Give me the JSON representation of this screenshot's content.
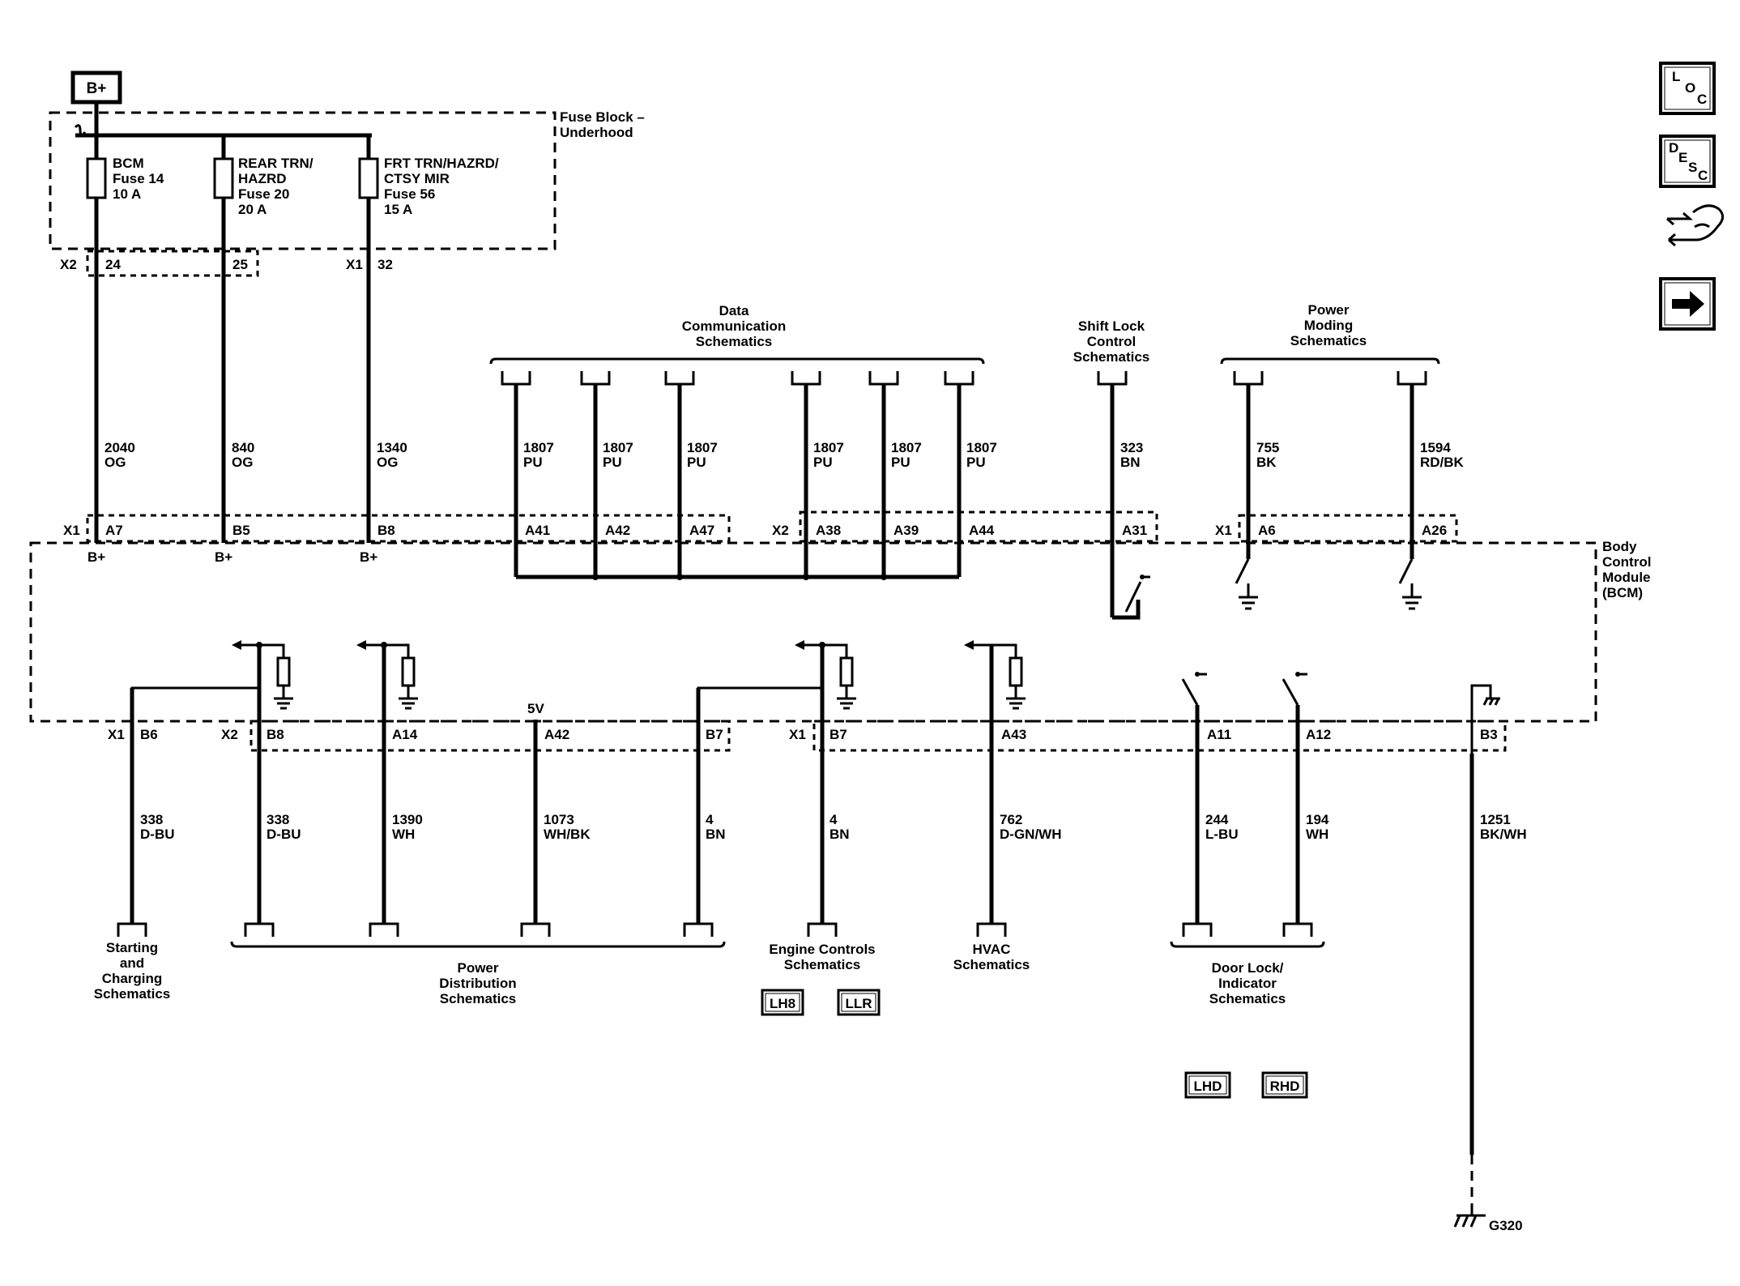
{
  "battery": {
    "label": "B+"
  },
  "fuse_block": {
    "title_line1": "Fuse Block –",
    "title_line2": "Underhood",
    "fuses": [
      {
        "lines": [
          "BCM",
          "Fuse 14",
          "10 A"
        ]
      },
      {
        "lines": [
          "REAR TRN/",
          "HAZRD",
          "Fuse 20",
          "20 A"
        ]
      },
      {
        "lines": [
          "FRT TRN/HAZRD/",
          "CTSY MIR",
          "Fuse 56",
          "15 A"
        ]
      }
    ],
    "connector_labels": [
      "X2",
      "24",
      "25",
      "X1",
      "32"
    ]
  },
  "bcm": {
    "title_lines": [
      "Body",
      "Control",
      "Module",
      "(BCM)"
    ],
    "top_connector_labels": [
      "X1",
      "A7",
      "B5",
      "B8",
      "A41",
      "A42",
      "A47",
      "X2",
      "A38",
      "A39",
      "A44",
      "A31",
      "X1",
      "A6",
      "A26"
    ],
    "bplus_labels": [
      "B+",
      "B+",
      "B+"
    ],
    "bottom_connector_labels": [
      "X1",
      "B6",
      "X2",
      "B8",
      "A14",
      "A42",
      "B7",
      "X1",
      "B7",
      "A43",
      "A11",
      "A12",
      "B3"
    ],
    "voltage_label": "5V"
  },
  "top_wires": [
    {
      "circuit": "2040",
      "color": "OG"
    },
    {
      "circuit": "840",
      "color": "OG"
    },
    {
      "circuit": "1340",
      "color": "OG"
    },
    {
      "circuit": "1807",
      "color": "PU"
    },
    {
      "circuit": "1807",
      "color": "PU"
    },
    {
      "circuit": "1807",
      "color": "PU"
    },
    {
      "circuit": "1807",
      "color": "PU"
    },
    {
      "circuit": "1807",
      "color": "PU"
    },
    {
      "circuit": "1807",
      "color": "PU"
    },
    {
      "circuit": "323",
      "color": "BN"
    },
    {
      "circuit": "755",
      "color": "BK"
    },
    {
      "circuit": "1594",
      "color": "RD/BK"
    }
  ],
  "bottom_wires": [
    {
      "circuit": "338",
      "color": "D-BU"
    },
    {
      "circuit": "338",
      "color": "D-BU"
    },
    {
      "circuit": "1390",
      "color": "WH"
    },
    {
      "circuit": "1073",
      "color": "WH/BK"
    },
    {
      "circuit": "4",
      "color": "BN"
    },
    {
      "circuit": "4",
      "color": "BN"
    },
    {
      "circuit": "762",
      "color": "D-GN/WH"
    },
    {
      "circuit": "244",
      "color": "L-BU"
    },
    {
      "circuit": "194",
      "color": "WH"
    },
    {
      "circuit": "1251",
      "color": "BK/WH"
    }
  ],
  "top_references": [
    {
      "lines": [
        "Data",
        "Communication",
        "Schematics"
      ]
    },
    {
      "lines": [
        "Shift Lock",
        "Control",
        "Schematics"
      ]
    },
    {
      "lines": [
        "Power",
        "Moding",
        "Schematics"
      ]
    }
  ],
  "bottom_references": [
    {
      "lines": [
        "Starting",
        "and",
        "Charging",
        "Schematics"
      ]
    },
    {
      "lines": [
        "Power",
        "Distribution",
        "Schematics"
      ]
    },
    {
      "lines": [
        "Engine Controls",
        "Schematics"
      ]
    },
    {
      "lines": [
        "HVAC",
        "Schematics"
      ]
    },
    {
      "lines": [
        "Door Lock/",
        "Indicator",
        "Schematics"
      ]
    }
  ],
  "option_badges": [
    "LH8",
    "LLR",
    "LHD",
    "RHD"
  ],
  "ground_label": "G320",
  "side_buttons": [
    {
      "name": "location-button",
      "icon": "loc-icon",
      "letters": [
        "L",
        "O",
        "C"
      ]
    },
    {
      "name": "description-button",
      "icon": "desc-icon",
      "letters": [
        "D",
        "E",
        "S",
        "C"
      ]
    },
    {
      "name": "connector-button",
      "icon": "connector-hand-icon"
    },
    {
      "name": "next-button",
      "icon": "arrow-right-icon"
    }
  ]
}
